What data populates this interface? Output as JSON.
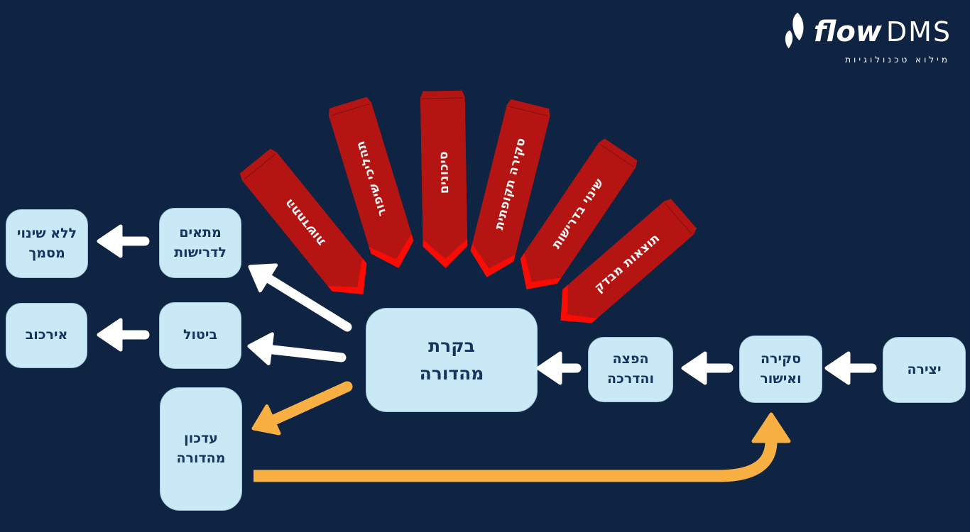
{
  "logo": {
    "brand": "flow",
    "suffix": "DMS",
    "tagline": "מילוא טכנולוגיות"
  },
  "banners": [
    {
      "label": "התחדשות"
    },
    {
      "label": "תהליכי שיפור"
    },
    {
      "label": "סיכונים"
    },
    {
      "label": "סקירה תקופתית"
    },
    {
      "label": "שינוי בדרישות"
    },
    {
      "label": "תוצאות מבדק"
    }
  ],
  "nodes": {
    "version_control": "בקרת\nמהדורה",
    "matches_requirements": "מתאים\nלדרישות",
    "no_document_change": "ללא שינוי\nמסמך",
    "cancel": "ביטול",
    "archive": "אירכוב",
    "version_update": "עדכון\nמהדורה",
    "distribution_training": "הפצה\nוהדרכה",
    "review_approval": "סקירה\nואישור",
    "creation": "יצירה"
  },
  "colors": {
    "background": "#0F2342",
    "node_fill": "#C9E9F7",
    "node_text": "#16355E",
    "banner_body": "#B51512",
    "banner_tip": "#FA0B04",
    "arrow_white": "#FFFFFF",
    "arrow_orange": "#F9B042"
  }
}
